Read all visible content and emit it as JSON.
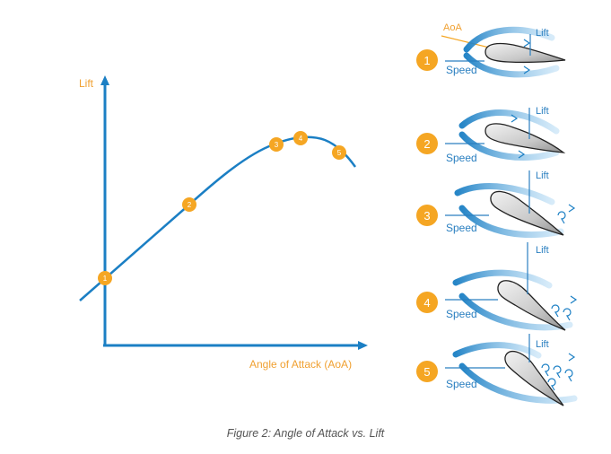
{
  "colors": {
    "axis_blue": "#1b7fc4",
    "curve_blue": "#1b7fc4",
    "orange": "#f5a623",
    "orange_text": "#f0a030",
    "flow_blue": "#2a8fd6",
    "label_blue": "#2a7fc0",
    "airfoil_fill": "#c8c8c8",
    "caption_gray": "#555555"
  },
  "chart_data": {
    "type": "line",
    "xlabel": "Angle of Attack (AoA)",
    "ylabel": "Lift",
    "points": [
      {
        "label": "1"
      },
      {
        "label": "2"
      },
      {
        "label": "3"
      },
      {
        "label": "4"
      },
      {
        "label": "5"
      }
    ]
  },
  "panels": [
    {
      "number": "1",
      "speed_label": "Speed",
      "lift_label": "Lift",
      "aoa_label": "AoA"
    },
    {
      "number": "2",
      "speed_label": "Speed",
      "lift_label": "Lift"
    },
    {
      "number": "3",
      "speed_label": "Speed",
      "lift_label": "Lift"
    },
    {
      "number": "4",
      "speed_label": "Speed",
      "lift_label": "Lift"
    },
    {
      "number": "5",
      "speed_label": "Speed",
      "lift_label": "Lift"
    }
  ],
  "caption": "Figure 2: Angle of Attack vs. Lift"
}
